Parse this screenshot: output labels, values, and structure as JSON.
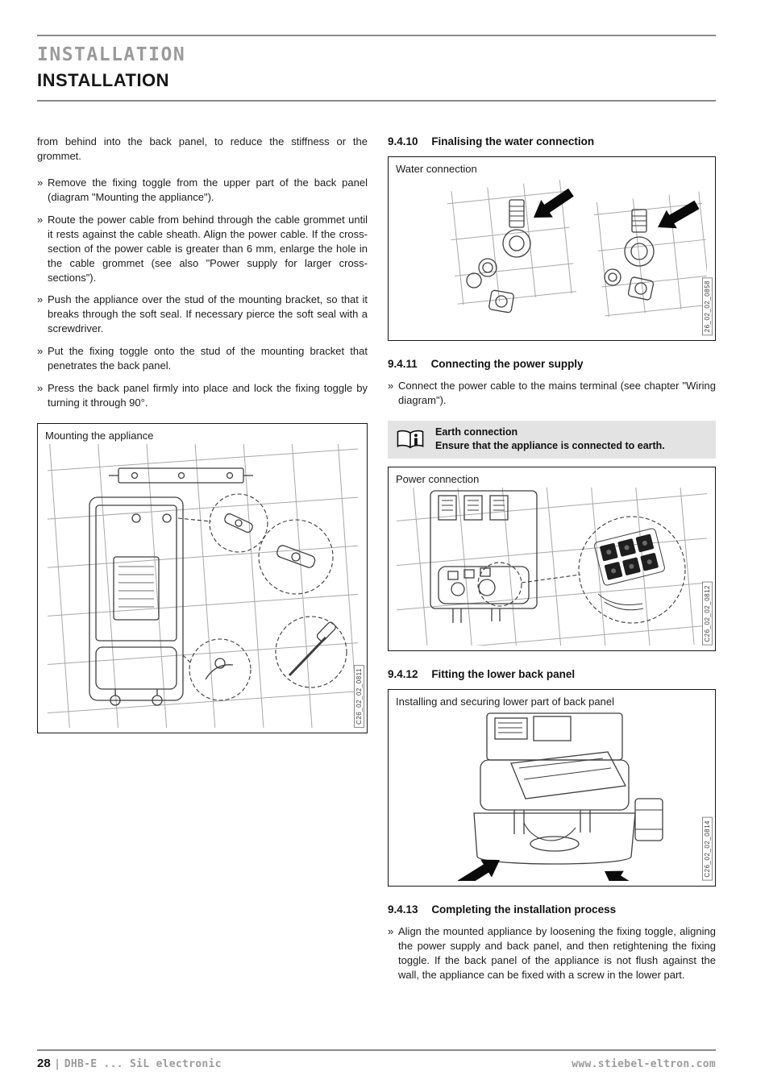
{
  "header": {
    "title_secondary": "INSTALLATION",
    "title_primary": "INSTALLATION"
  },
  "chars": {
    "bullet": "»"
  },
  "left": {
    "intro": "from behind into the back panel, to reduce the stiffness or the grommet.",
    "bullets": [
      "Remove the fixing toggle from the upper part of the back panel (diagram \"Mounting the appliance\").",
      "Route the power cable from behind through the cable grommet until it rests against the cable sheath. Align the power cable. If the cross-section of the power cable is greater than 6 mm, enlarge the hole in the cable grommet (see also \"Power supply for larger cross-sections\").",
      "Push the appliance over the stud of the mounting bracket, so that it breaks through the soft seal. If necessary pierce the soft seal with a screwdriver.",
      "Put the fixing toggle onto the stud of the mounting bracket that penetrates the back panel.",
      "Press the back panel firmly into place and lock the fixing toggle by turning it through 90°."
    ],
    "figure_mounting": {
      "caption": "Mounting the appliance",
      "code": "C26_02_02_0811"
    }
  },
  "right": {
    "s9410": {
      "number": "9.4.10",
      "title": "Finalising the water connection"
    },
    "figure_water": {
      "caption": "Water connection",
      "code": "26_02_02_0858"
    },
    "s9411": {
      "number": "9.4.11",
      "title": "Connecting the power supply",
      "bullet": "Connect the power cable to the mains terminal (see chapter \"Wiring diagram\")."
    },
    "note": {
      "icon": "open-book-info-icon",
      "title": "Earth connection",
      "text": "Ensure that the appliance is connected to earth."
    },
    "figure_power": {
      "caption": "Power connection",
      "code": "C26_02_02_0812"
    },
    "s9412": {
      "number": "9.4.12",
      "title": "Fitting the lower back panel"
    },
    "figure_lower": {
      "caption": "Installing and securing lower part of back panel",
      "code": "C26_02_02_0814"
    },
    "s9413": {
      "number": "9.4.13",
      "title": "Completing the installation process",
      "bullet": "Align the mounted appliance by loosening the fixing toggle, aligning the power supply and back panel, and then retightening the fixing toggle. If the back panel of the appliance is not flush against the wall, the appliance can be fixed with a screw in the lower part."
    }
  },
  "footer": {
    "page_number": "28",
    "separator": "|",
    "model": "DHB-E ... SiL electronic",
    "website": "www.stiebel-eltron.com"
  },
  "colors": {
    "rule_gray": "#8a8a8a",
    "muted_text": "#9b9b9b",
    "note_background": "#e3e3e3",
    "text": "#1c1c1c"
  }
}
